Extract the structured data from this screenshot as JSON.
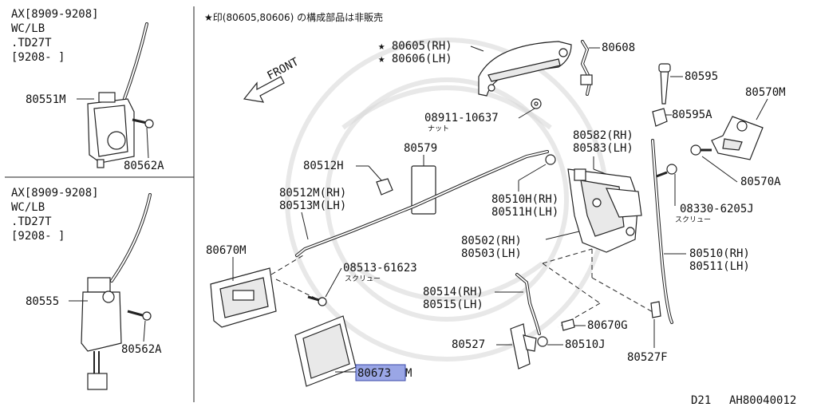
{
  "header_note": "★印(80605,80606) の構成部品は非販売",
  "front_label": "FRONT",
  "left_top": {
    "spec_lines": [
      "AX[8909-9208]",
      "WC/LB",
      ".TD27T",
      "[9208-   ]"
    ],
    "part_actuator": "80551M",
    "part_bolt": "80562A"
  },
  "left_bottom": {
    "spec_lines": [
      "AX[8909-9208]",
      "WC/LB",
      ".TD27T",
      "[9208-   ]"
    ],
    "part_actuator": "80555",
    "part_bolt": "80562A"
  },
  "parts": {
    "p80605": "★ 80605(RH)",
    "p80606": "★ 80606(LH)",
    "p80608": "80608",
    "p80595": "80595",
    "p80570M": "80570M",
    "p80595A": "80595A",
    "p08911": "08911-10637",
    "p08911_sub": "ナット",
    "p80582": "80582(RH)",
    "p80583": "80583(LH)",
    "p80579": "80579",
    "p80512H": "80512H",
    "p80570A": "80570A",
    "p80512M": "80512M(RH)",
    "p80513M": "80513M(LH)",
    "p80510H": "80510H(RH)",
    "p80511H": "80511H(LH)",
    "p08330": "08330-6205J",
    "p08330_sub": "スクリュー",
    "p80670M": "80670M",
    "p80502": "80502(RH)",
    "p80503": "80503(LH)",
    "p08513": "08513-61623",
    "p08513_sub": "スクリュー",
    "p80510": "80510(RH)",
    "p80511": "80511(LH)",
    "p80514": "80514(RH)",
    "p80515": "80515(LH)",
    "p80670G": "80670G",
    "p80527": "80527",
    "p80510J": "80510J",
    "p80527F": "80527F",
    "p80673M_num": "80673",
    "p80673M_suffix": "M"
  },
  "footer": {
    "model": "D21",
    "code": "AH80040012"
  },
  "colors": {
    "highlight": "#9aa6e6",
    "line": "#222222"
  }
}
